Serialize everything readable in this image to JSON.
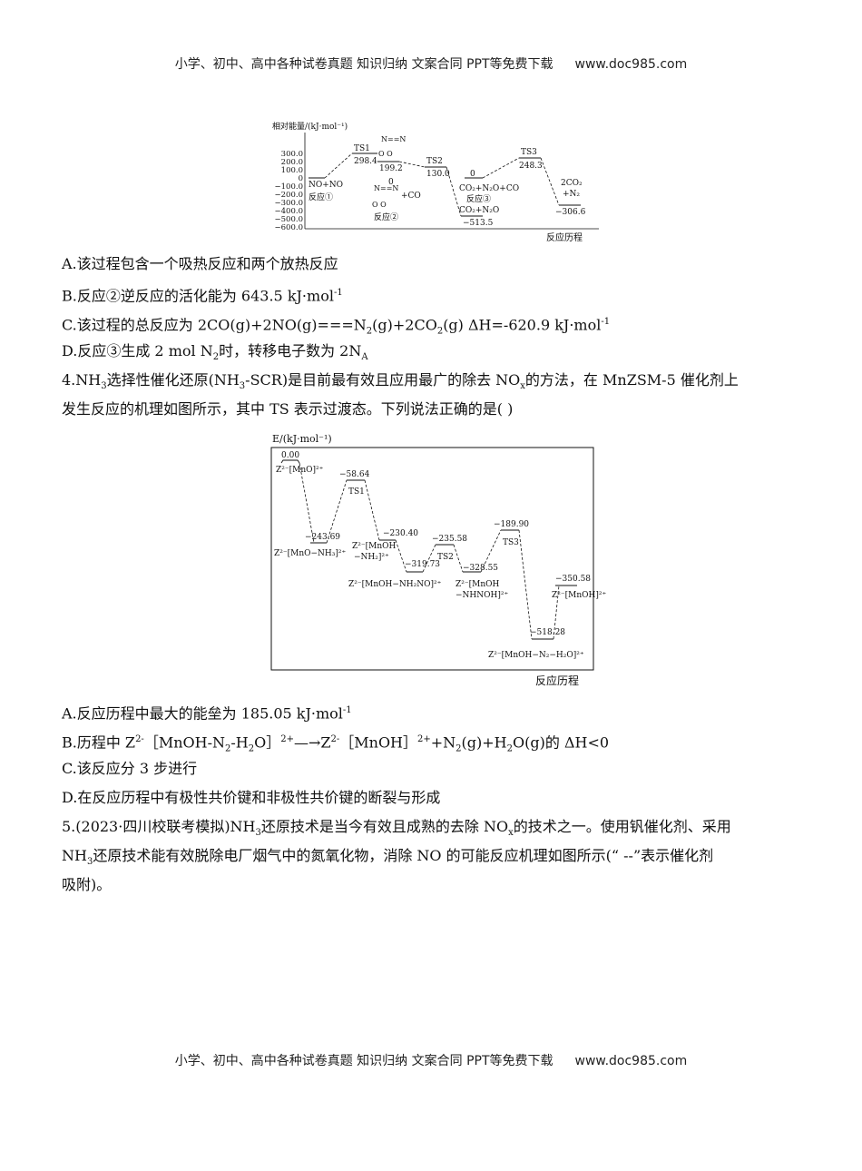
{
  "header": {
    "text": "小学、初中、高中各种试卷真题  知识归纳  文案合同  PPT等免费下载",
    "url": "www.doc985.com"
  },
  "footer": {
    "text": "小学、初中、高中各种试卷真题  知识归纳  文案合同  PPT等免费下载",
    "url": "www.doc985.com"
  },
  "fig1": {
    "ylabel": "相对能量/(kJ·mol⁻¹)",
    "xlabel": "反应历程",
    "ticks": [
      "300.0",
      "200.0",
      "100.0",
      "0",
      "−100.0",
      "−200.0",
      "−300.0",
      "−400.0",
      "−500.0",
      "−600.0"
    ],
    "labels": {
      "reactants": "NO+NO",
      "rxn1": "反应①",
      "ts1": "TS1",
      "v298": "298.4",
      "v199": "199.2",
      "ts2": "TS2",
      "v130": "130.0",
      "zero2": "0",
      "co": "+CO",
      "rxn2": "反应②",
      "v513": "−513.5",
      "zero3": "0",
      "mix": "CO₂+N₂O+CO",
      "rxn3": "反应③",
      "mix2": "CO₂+N₂O",
      "ts3": "TS3",
      "v248": "248.3",
      "prod1": "2CO₂",
      "prod2": "+N₂",
      "v306": "−306.6"
    }
  },
  "q3_options": {
    "a": "A.该过程包含一个吸热反应和两个放热反应",
    "b_pre": "B.反应②逆反应的活化能为 643.5 kJ·mol",
    "c_pre": "C.该过程的总反应为 2CO(g)+2NO(g)===N",
    "c_mid": "(g)+2CO",
    "c_tail": "(g)    ΔH=-620.9 kJ·mol",
    "d_pre": "D.反应③生成 2 mol N",
    "d_tail": "时，转移电子数为 2N"
  },
  "q4": {
    "line1_pre": "4.NH",
    "line1_a": "选择性催化还原(NH",
    "line1_b": "-SCR)是目前最有效且应用最广的除去 NO",
    "line1_c": "的方法，在 MnZSM-5 催化剂上",
    "line2": "发生反应的机理如图所示，其中 TS 表示过渡态。下列说法正确的是(        )"
  },
  "fig2": {
    "ylabel": "E/(kJ·mol⁻¹)",
    "xlabel": "反应历程",
    "values": [
      "0.00",
      "−243.69",
      "−58.64",
      "−230.40",
      "−319.73",
      "−235.58",
      "−328.55",
      "−189.90",
      "−518.28",
      "−350.58"
    ],
    "ts": [
      "TS1",
      "TS2",
      "TS3"
    ],
    "species": {
      "s0": "Z²⁻[MnO]²⁺",
      "s1": "Z²⁻[MnO−NH₃]²⁺",
      "s2a": "Z²⁻[MnOH",
      "s2b": "−NH₂]²⁺",
      "s3": "Z²⁻[MnOH−NH₂NO]²⁺",
      "s4a": "Z²⁻[MnOH",
      "s4b": "−NHNOH]²⁺",
      "s5": "Z²⁻[MnOH−N₂−H₂O]²⁺",
      "s6": "Z²⁻[MnOH]²⁺"
    }
  },
  "q4_options": {
    "a": "A.反应历程中最大的能垒为 185.05 kJ·mol",
    "b_pre": "B.历程中 Z",
    "b_mid": "［MnOH-N",
    "b_mid2": "-H",
    "b_mid3": "O］",
    "b_arrow": "—→Z",
    "b_mid4": "［MnOH］",
    "b_mid5": "+N",
    "b_mid6": "(g)+H",
    "b_tail": "O(g)的 ΔH<0",
    "c": "C.该反应分 3 步进行",
    "d": "D.在反应历程中有极性共价键和非极性共价键的断裂与形成"
  },
  "q5": {
    "line1": "5.(2023·四川校联考模拟)NH",
    "line1_b": "还原技术是当今有效且成熟的去除 NO",
    "line1_c": "的技术之一。使用钒催化剂、采用",
    "line2_a": "NH",
    "line2_b": "还原技术能有效脱除电厂烟气中的氮氧化物，消除 NO 的可能反应机理如图所示(“ --”表示催化剂",
    "line3": "吸附)。"
  },
  "sup": {
    "minus1": "-1",
    "x": "x",
    "two": "2",
    "three": "3",
    "A": "A",
    "zminus": "2-",
    "plus": "2+"
  }
}
